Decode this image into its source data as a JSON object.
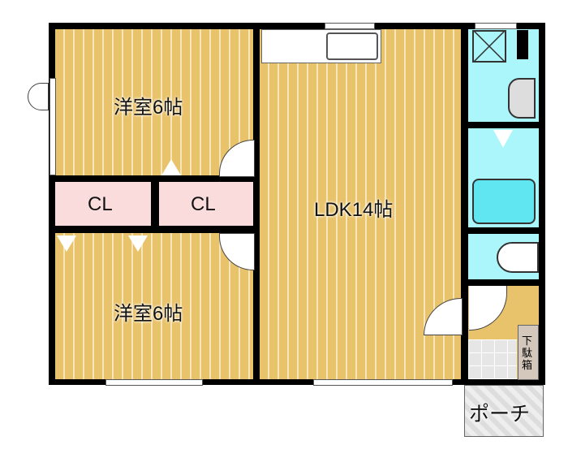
{
  "rooms": {
    "western_room_1": "洋室6帖",
    "western_room_2": "洋室6帖",
    "closet_1": "CL",
    "closet_2": "CL",
    "ldk": "LDK14帖",
    "shoe_box": "下駄箱",
    "porch": "ポーチ"
  },
  "colors": {
    "wood": "#e9c36c",
    "wet_area": "#aaf6fb",
    "closet": "#fadcdc"
  }
}
